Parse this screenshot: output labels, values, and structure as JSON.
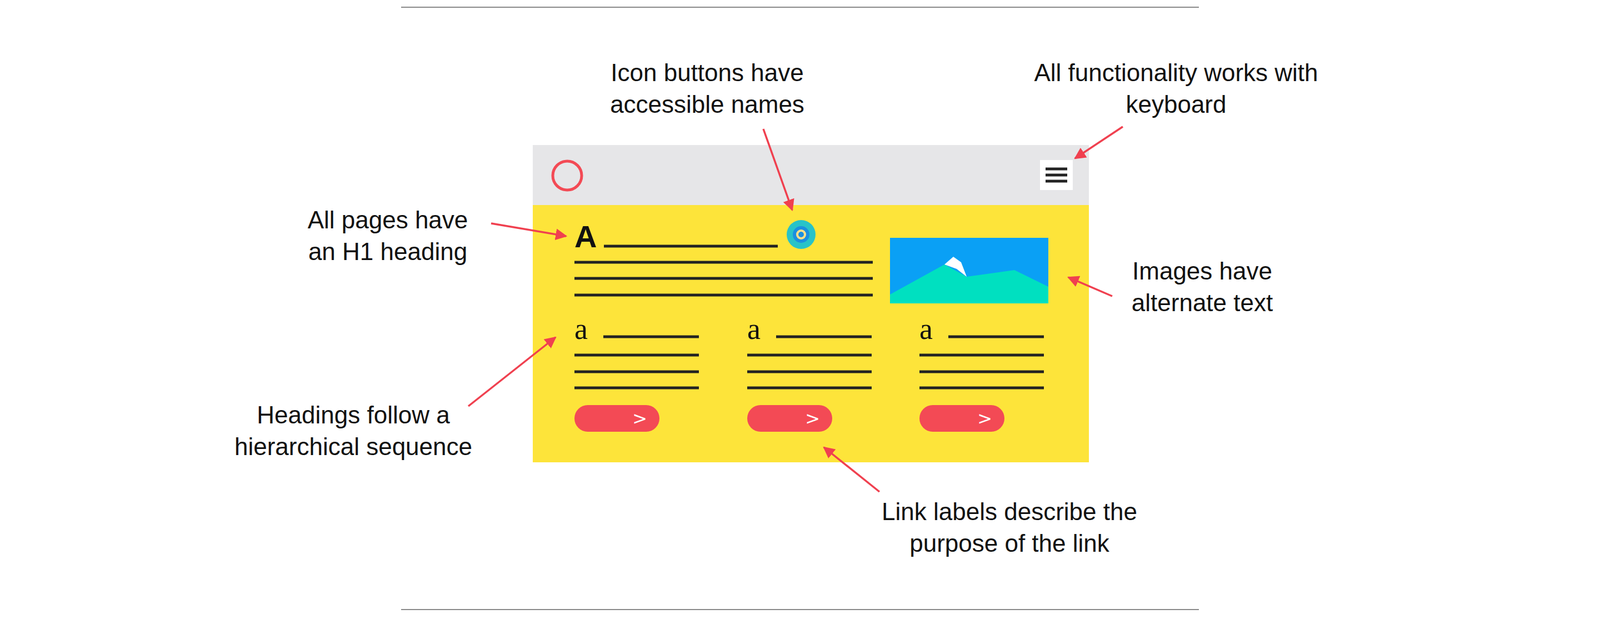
{
  "diagram": {
    "nodes": [
      {
        "text": [
          ">"
        ]
      },
      {
        "text": [
          ">"
        ]
      },
      {
        "text": [
          ">"
        ]
      }
    ],
    "labels": [
      "Icon buttons have accessible names",
      "All functionality works with keyboard",
      "All pages have an H1 heading",
      "Images have alternate text",
      "Headings follow a hierarchical sequence",
      "Link labels describe the purpose of the link",
      "A",
      "a",
      "a",
      "a"
    ]
  }
}
